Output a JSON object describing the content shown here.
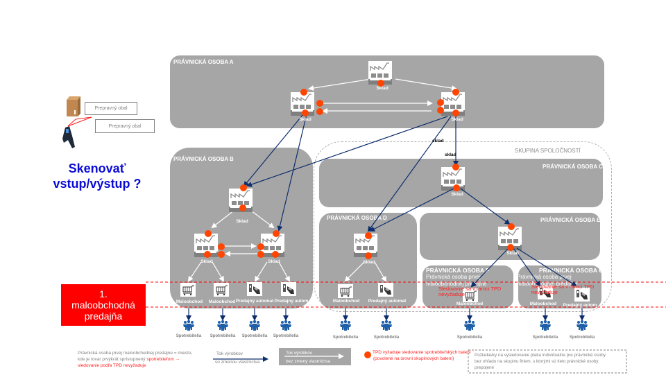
{
  "left_panel": {
    "note1": "Prepravný obal",
    "note2": "Prepravný obal",
    "question": "Skenovať vstup/výstup ?",
    "retail_box": "1. maloobchodná predajňa",
    "icons": [
      "box-icon",
      "barcode-scanner-icon"
    ]
  },
  "group": {
    "label": "SKUPINA SPOLOČNOSTÍ"
  },
  "entities": {
    "A": {
      "title": "PRÁVNICKÁ OSOBA A"
    },
    "B": {
      "title": "PRÁVNICKÁ OSOBA B"
    },
    "C": {
      "title": "PRÁVNICKÁ OSOBA C"
    },
    "D": {
      "title": "PRÁVNICKÁ OSOBA D"
    },
    "E": {
      "title": "PRÁVNICKÁ OSOBA E"
    },
    "F": {
      "title": "PRÁVNICKÁ OSOBA F",
      "subtitle1": "Právnická osoba prvej",
      "subtitle2": "maloobchodnej predajne",
      "red_note1": "Sledovanie sa v rámci TPD",
      "red_note2": "nevyžaduje"
    },
    "G": {
      "title": "PRÁVNICKÁ OSOBA G",
      "subtitle1": "Právnická osoba prvej",
      "subtitle2": "maloobchodnej predajne",
      "red_note1": "Sledovanie sa v rámci TPD",
      "red_note2": "nevyžaduje"
    }
  },
  "labels": {
    "warehouse": "Sklad",
    "warehouse_lower": "sklad",
    "retail": "Maloobchod",
    "vending": "Predajný automat",
    "vending_cut": "Predajný autom",
    "consumers": "Spotrebitelia"
  },
  "legend": {
    "first_retail_line1": "Právnická  osoba prvej maloobchodnej predajne = miesto,",
    "first_retail_line2": "kde je tovar prvýkrát sprístupnený ",
    "first_retail_highlight": "spotrebiteľom",
    "first_retail_arrow": " →",
    "first_retail_line3": "sledovanie podľa TPD nevyžaduje",
    "flow_ownership_1": "Tok výrobkov",
    "flow_ownership_2": "so zmenou vlastníctva",
    "flow_no_ownership_1": "Tok výrobkov",
    "flow_no_ownership_2": "bez zmeny vlastníctva",
    "tpd_dot_1": "TPD vyžaduje sledovanie spotrebiteľských balení",
    "tpd_dot_2": "(povolené na úrovni skupinových balení)",
    "requirements_1": "Požiadavky na vysledovanie platia individuálne pre právnické osoby",
    "requirements_2": "bez ohľadu na skupinu firiem, s ktorými sú tieto právnické osoby",
    "requirements_3": "prepojené"
  },
  "colors": {
    "entity_gray": "#a6a6a6",
    "tpd_dot": "#ff4500",
    "flow_arrow": "#0d2d6c",
    "red_accent": "#ff0000",
    "question_blue": "#0b0bd6"
  }
}
